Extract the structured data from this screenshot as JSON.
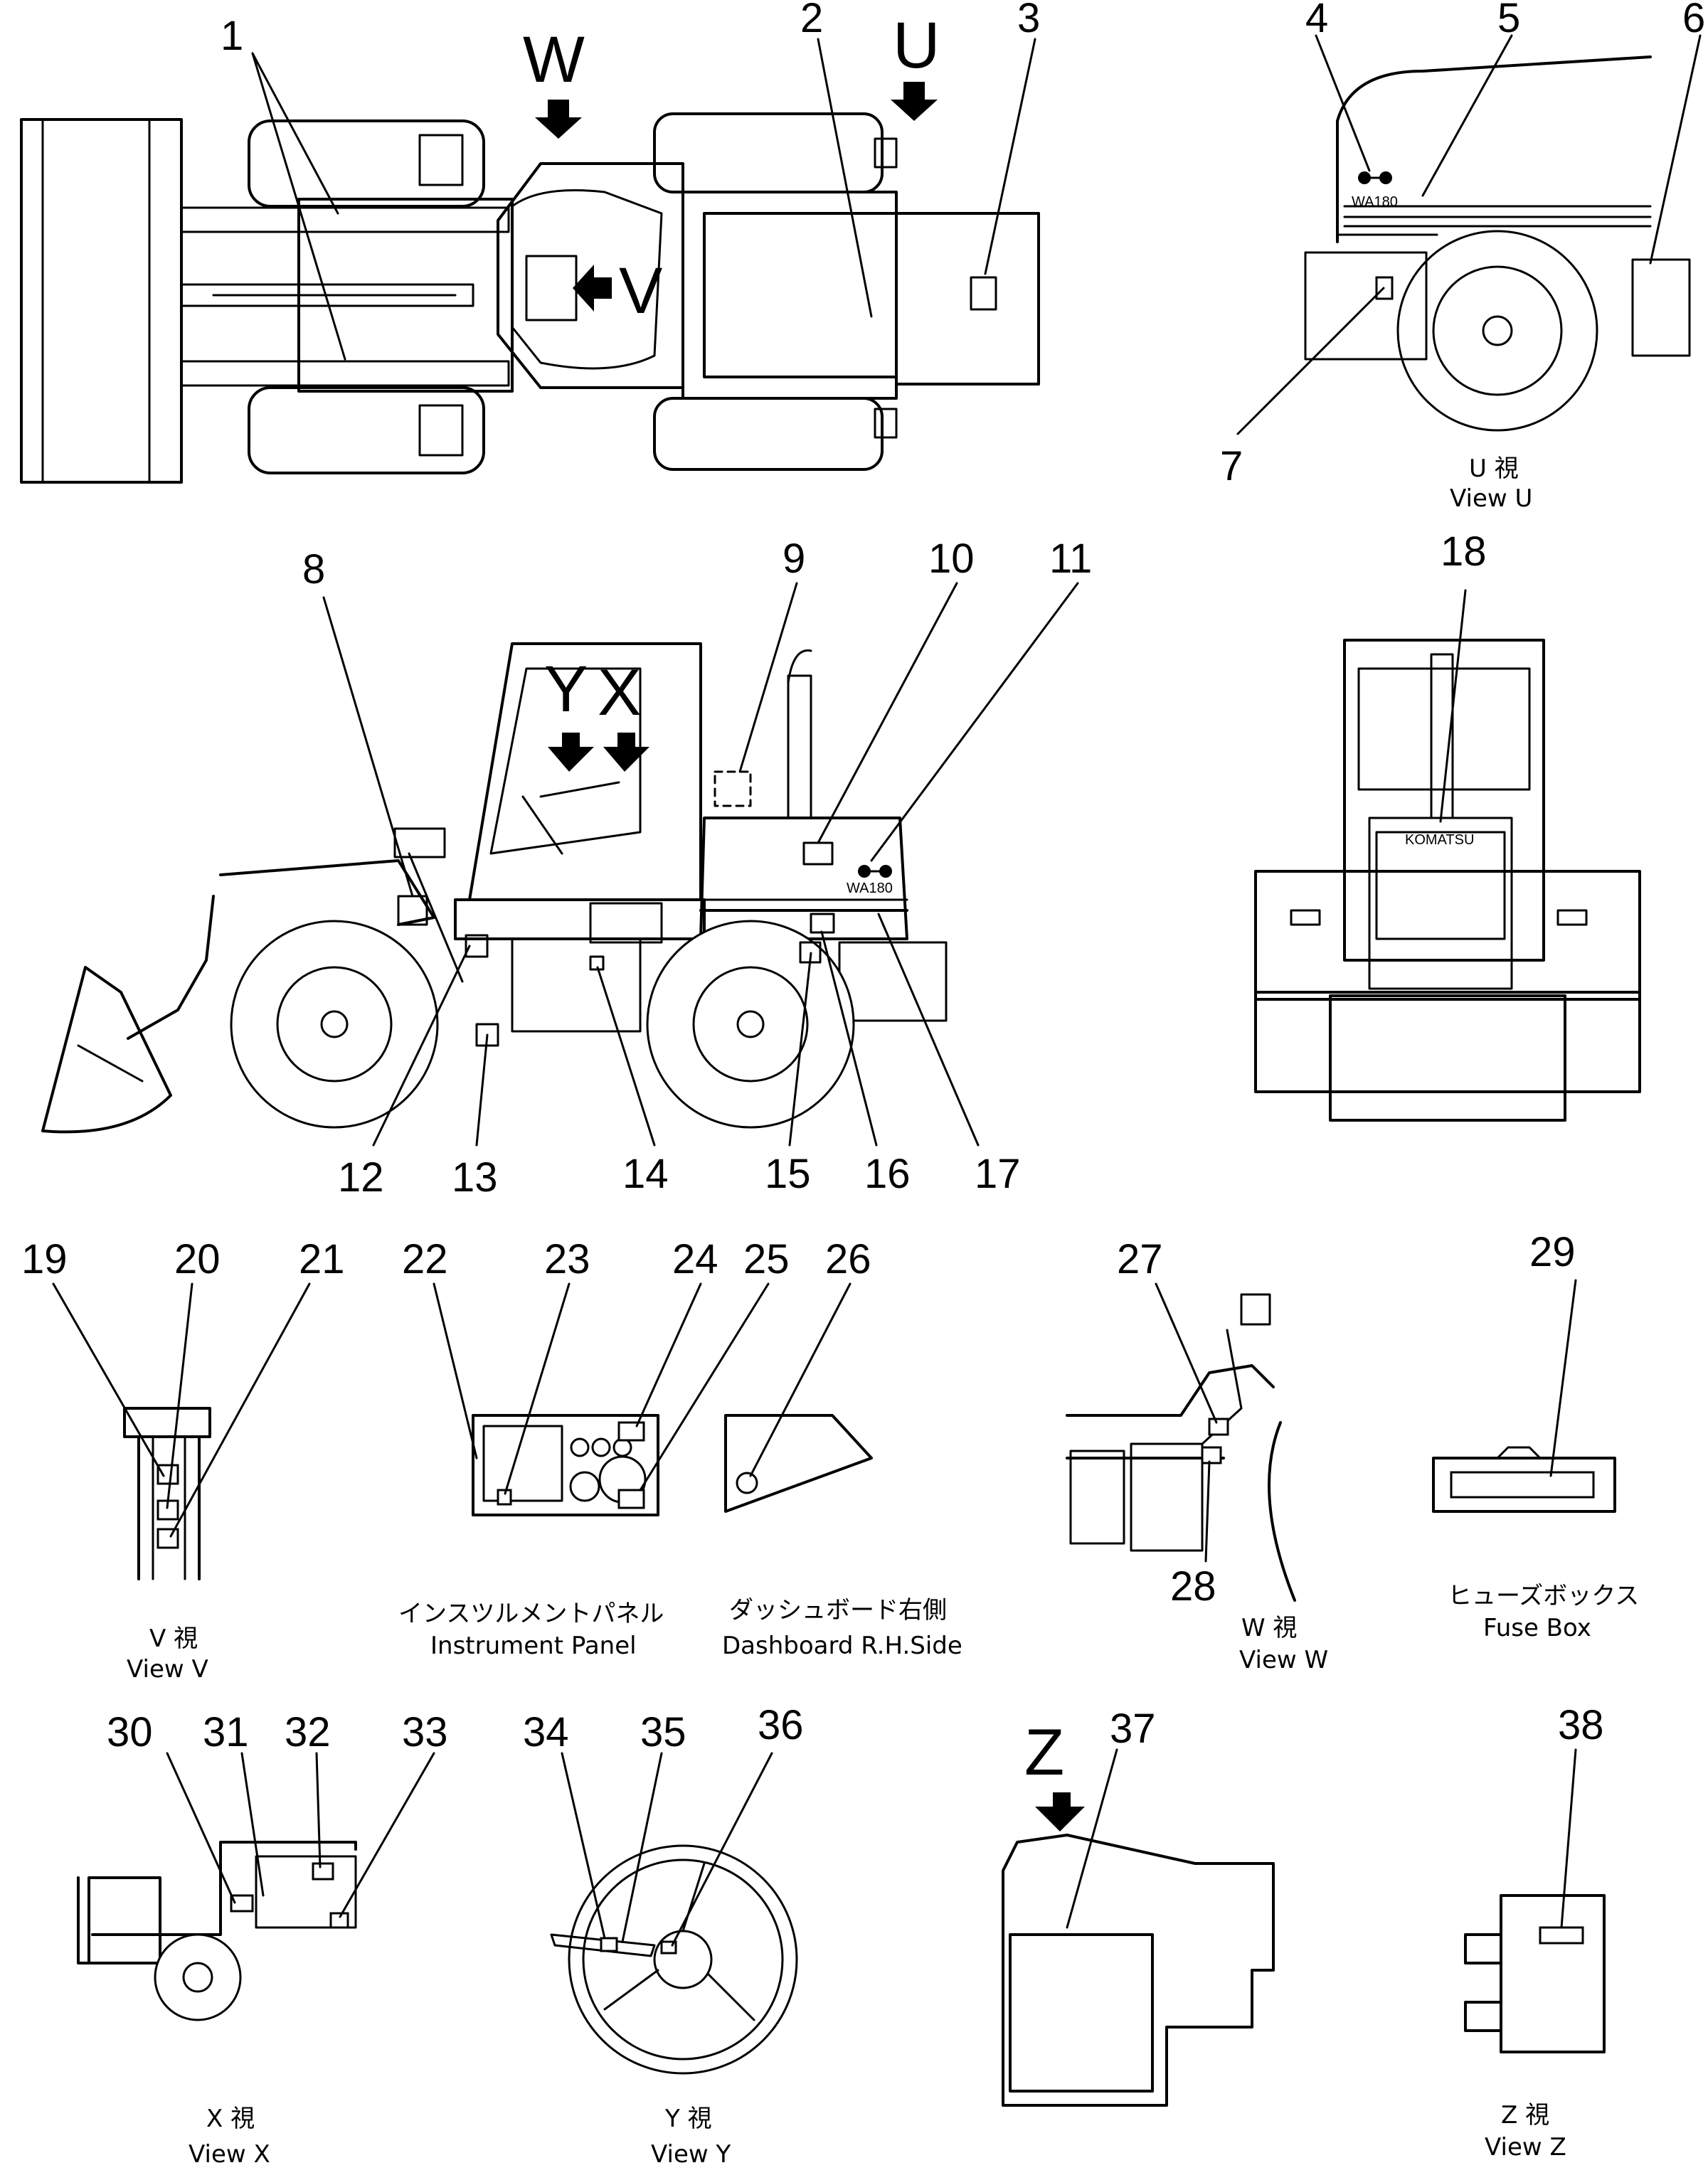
{
  "callouts": [
    "1",
    "2",
    "3",
    "4",
    "5",
    "6",
    "7",
    "8",
    "9",
    "10",
    "11",
    "12",
    "13",
    "14",
    "15",
    "16",
    "17",
    "18",
    "19",
    "20",
    "21",
    "22",
    "23",
    "24",
    "25",
    "26",
    "27",
    "28",
    "29",
    "30",
    "31",
    "32",
    "33",
    "34",
    "35",
    "36",
    "37",
    "38"
  ],
  "view_arrows": {
    "w": "W",
    "u": "U",
    "v": "V",
    "y": "Y",
    "x": "X",
    "z": "Z"
  },
  "model_badge": "WA180",
  "brand_badge": "KOMATSU",
  "views": {
    "view_u": {
      "jp": "U 視",
      "en": "View U"
    },
    "view_v": {
      "jp": "V 視",
      "en": "View V"
    },
    "view_w": {
      "jp": "W 視",
      "en": "View W"
    },
    "view_x": {
      "jp": "X 視",
      "en": "View X"
    },
    "view_y": {
      "jp": "Y 視",
      "en": "View Y"
    },
    "view_z": {
      "jp": "Z 視",
      "en": "View Z"
    },
    "instrument_panel": {
      "jp": "インスツルメントパネル",
      "en": "Instrument Panel"
    },
    "dashboard": {
      "jp": "ダッシュボード右側",
      "en": "Dashboard R.H.Side"
    },
    "fuse_box": {
      "jp": "ヒューズボックス",
      "en": "Fuse Box"
    }
  }
}
